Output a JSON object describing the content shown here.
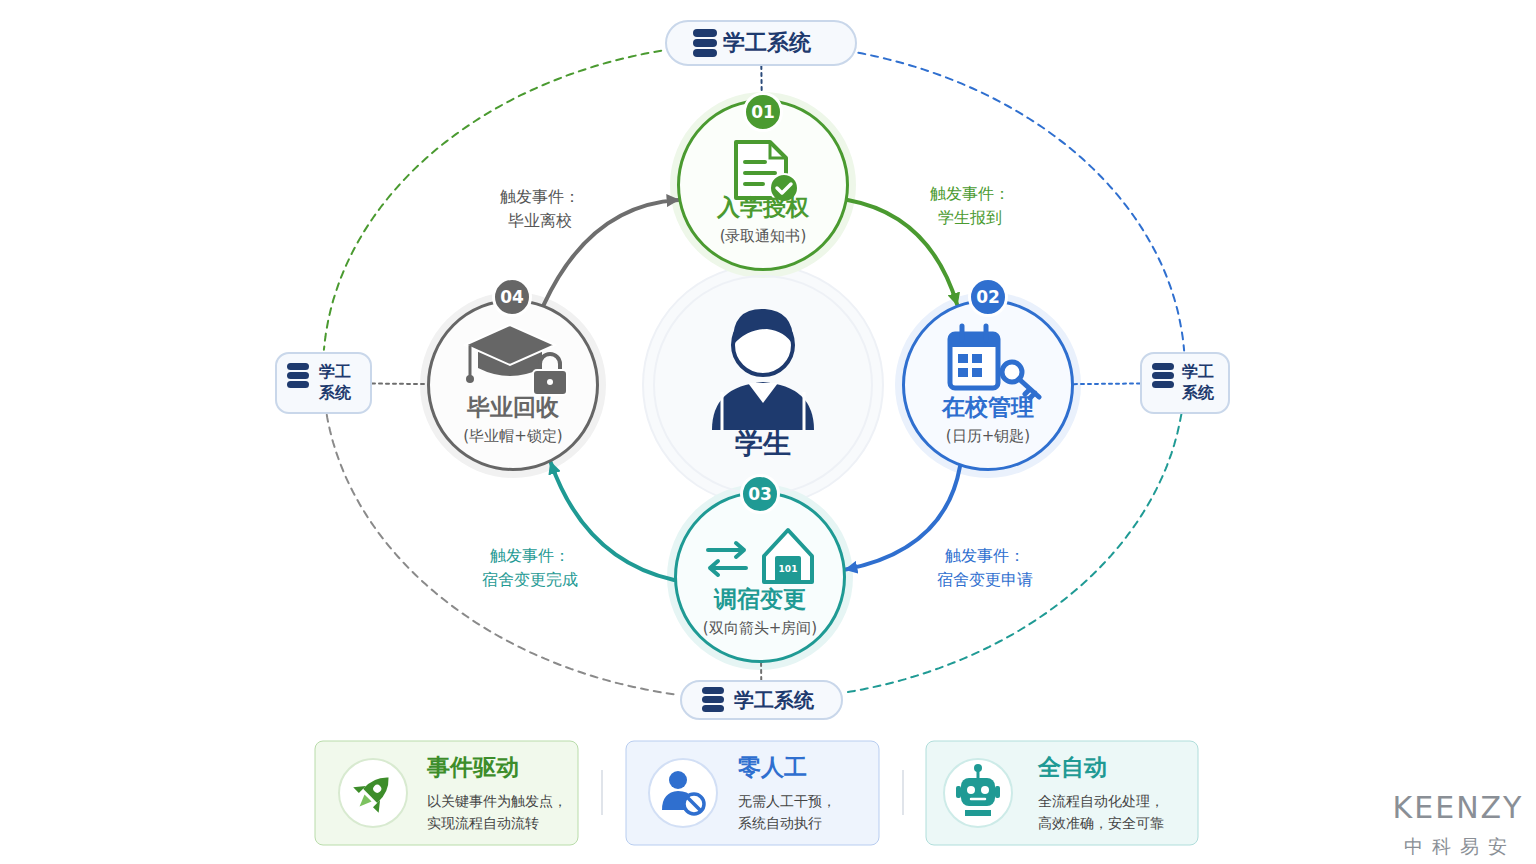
{
  "diagram": {
    "nodes": [
      {
        "text": [
          "学工系统"
        ]
      },
      {
        "text": [
          "入学授权",
          "(录取通知书)"
        ]
      },
      {
        "text": [
          "学工 系统"
        ]
      },
      {
        "text": [
          "毕业回收",
          "(毕业帽+锁定)"
        ]
      },
      {
        "text": [
          "学生"
        ]
      },
      {
        "text": [
          "在校管理",
          "(日历+钥匙)"
        ]
      },
      {
        "text": [
          "学工 系统"
        ]
      },
      {
        "text": [
          "调宿变更",
          "(双向箭头+房间)"
        ]
      },
      {
        "text": [
          "学工系统"
        ]
      },
      {
        "text": [
          "事件驱动",
          "以关键事件为触发点， 实现流程自动流转"
        ]
      },
      {
        "text": [
          "零人工",
          "无需人工干预， 系统自动执行"
        ]
      },
      {
        "text": [
          "全自动",
          "全流程自动化处理， 高效准确，安全可靠"
        ]
      }
    ],
    "edges": [
      {
        "from": 1,
        "to": 5,
        "arrow": "to",
        "label": "触发事件： 学生报到"
      },
      {
        "from": 5,
        "to": 7,
        "arrow": "to",
        "label": "触发事件： 宿舍变更申请"
      },
      {
        "from": 7,
        "to": 3,
        "arrow": "to",
        "label": "触发事件： 宿舍变更完成"
      },
      {
        "from": 3,
        "to": 1,
        "arrow": "to",
        "label": "触发事件： 毕业离校"
      },
      {
        "from": 0,
        "to": 1,
        "arrow": "none"
      },
      {
        "from": 2,
        "to": 3,
        "arrow": "none"
      },
      {
        "from": 5,
        "to": 6,
        "arrow": "none"
      },
      {
        "from": 7,
        "to": 8,
        "arrow": "none"
      },
      {
        "from": 0,
        "to": 2,
        "arrow": "none"
      },
      {
        "from": 0,
        "to": 6,
        "arrow": "none"
      },
      {
        "from": 2,
        "to": 8,
        "arrow": "none"
      },
      {
        "from": 6,
        "to": 8,
        "arrow": "none"
      }
    ],
    "labels": [
      "01",
      "02",
      "03",
      "04",
      "101",
      "KEENZY",
      "中科易安"
    ]
  }
}
